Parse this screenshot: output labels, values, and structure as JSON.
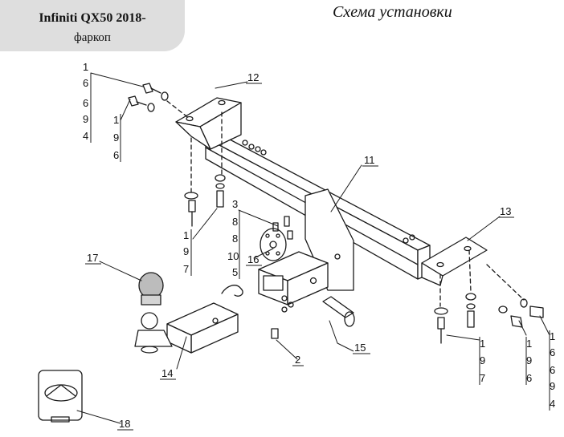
{
  "header": {
    "model": "Infiniti QX50 2018-",
    "kind": "фаркоп",
    "scheme_title": "Схема установки"
  },
  "callouts": {
    "c2": "2",
    "c11": "11",
    "c12": "12",
    "c13": "13",
    "c14": "14",
    "c15": "15",
    "c16": "16",
    "c17": "17",
    "c18": "18"
  },
  "stacks": {
    "top_left_outer": [
      "1",
      "6",
      "6",
      "9",
      "4"
    ],
    "top_left_inner": [
      "1",
      "9",
      "6"
    ],
    "left_bracket_bolts": [
      "1",
      "9",
      "7"
    ],
    "center_bolts": [
      "3",
      "8",
      "8",
      "10",
      "5"
    ],
    "right_bracket_bolts": [
      "1",
      "9",
      "7"
    ],
    "right_side_inner": [
      "1",
      "9",
      "6"
    ],
    "right_side_outer": [
      "1",
      "6",
      "6",
      "9",
      "4"
    ]
  },
  "colors": {
    "line": "#1a1a1a",
    "tab_bg": "#dedede"
  }
}
